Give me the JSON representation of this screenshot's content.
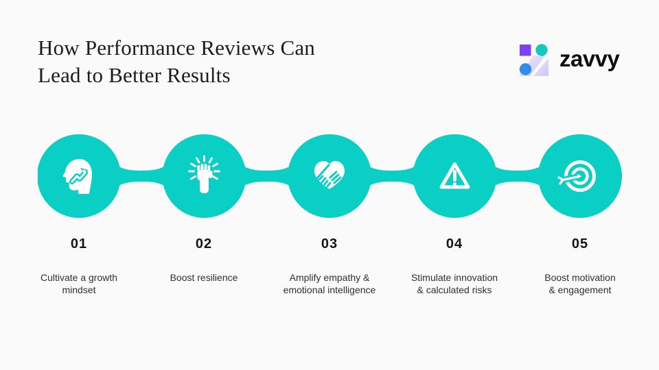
{
  "page": {
    "background_color": "#FAFAFB",
    "accent_color": "#0ACFC4",
    "icon_color": "#FFFFFF"
  },
  "header": {
    "title": "How Performance Reviews Can\nLead to Better Results"
  },
  "brand": {
    "wordmark": "zavvy",
    "mark_colors": {
      "square": "#7B43F5",
      "top_circle": "#12C9BE",
      "bottom_circle": "#2E8FEA",
      "ribbon": "#DFD9F8"
    }
  },
  "steps": [
    {
      "number": "01",
      "label": "Cultivate a growth\nmindset",
      "icon": "growth-mindset-head-arrow-icon"
    },
    {
      "number": "02",
      "label": "Boost resilience",
      "icon": "resilience-fist-icon"
    },
    {
      "number": "03",
      "label": "Amplify empathy &\nemotional intelligence",
      "icon": "empathy-handshake-heart-icon"
    },
    {
      "number": "04",
      "label": "Stimulate innovation\n& calculated risks",
      "icon": "risk-warning-triangle-icon"
    },
    {
      "number": "05",
      "label": "Boost motivation\n& engagement",
      "icon": "motivation-target-icon"
    }
  ]
}
